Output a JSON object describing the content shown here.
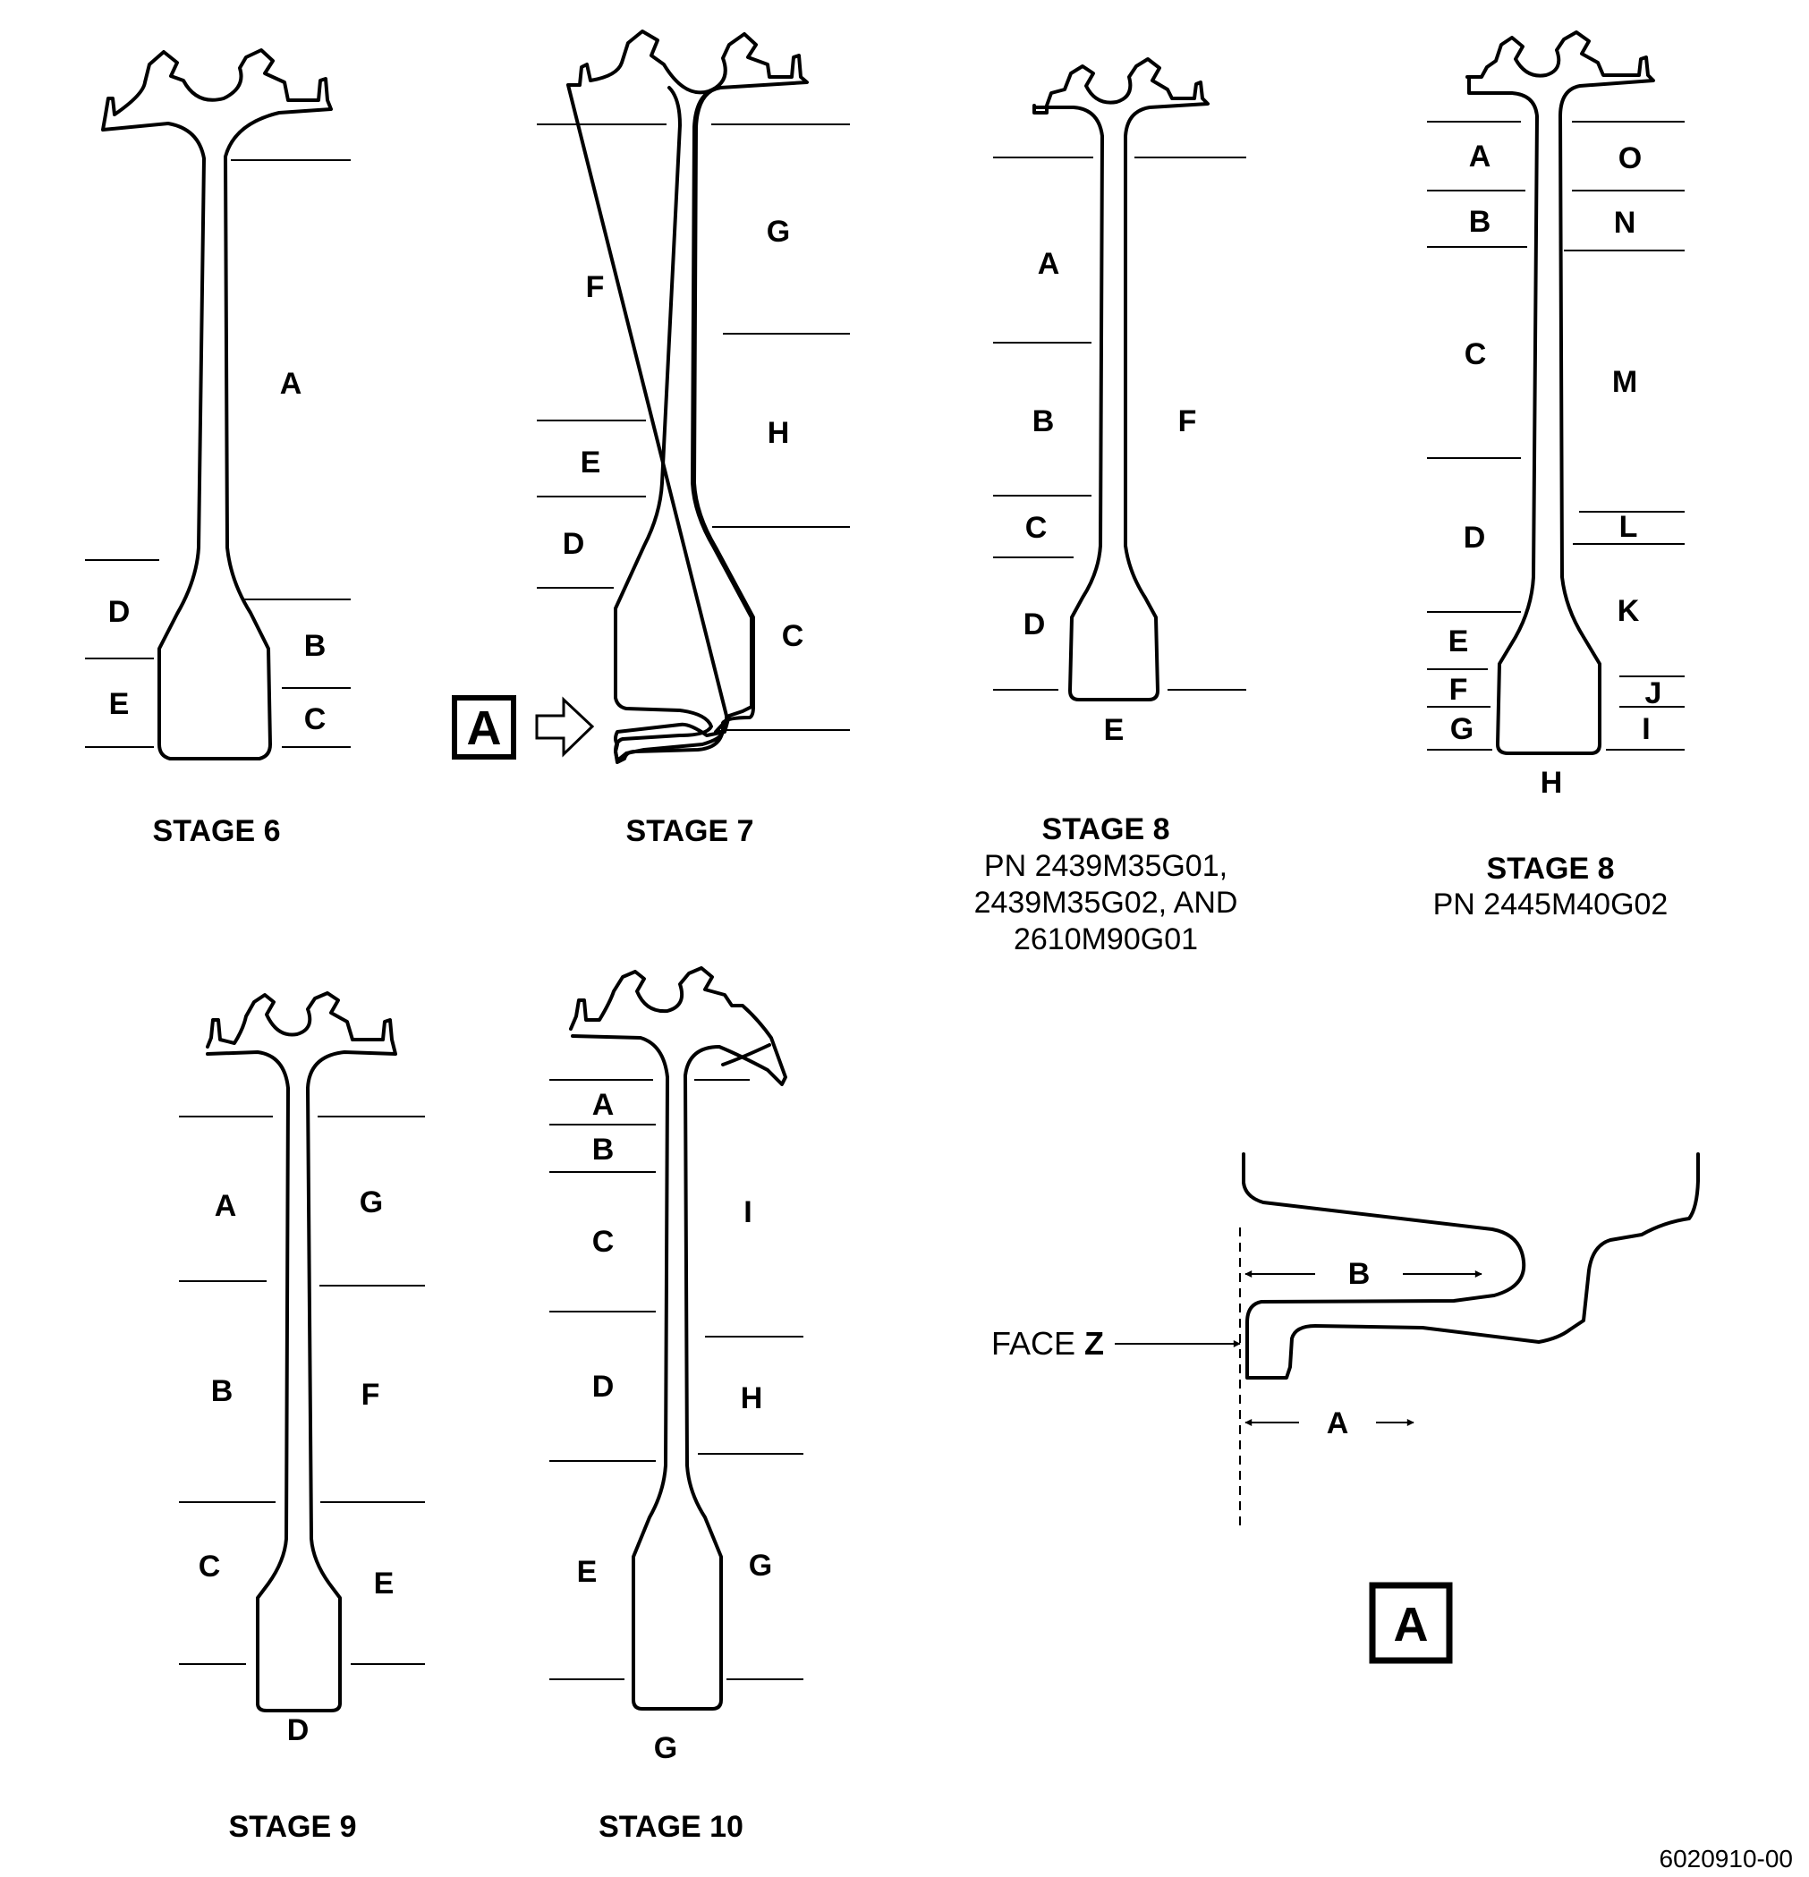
{
  "stages": [
    {
      "id": "stage6",
      "title": "STAGE 6",
      "labels": [
        "A",
        "D",
        "B",
        "E",
        "C"
      ]
    },
    {
      "id": "stage7",
      "title": "STAGE 7",
      "labels": [
        "G",
        "F",
        "H",
        "E",
        "D",
        "C"
      ],
      "detail_callout": "A"
    },
    {
      "id": "stage8a",
      "title": "STAGE 8",
      "subtitle_lines": [
        "PN 2439M35G01,",
        "2439M35G02, AND",
        "2610M90G01"
      ],
      "labels": [
        "A",
        "B",
        "F",
        "C",
        "D",
        "E"
      ]
    },
    {
      "id": "stage8b",
      "title": "STAGE 8",
      "subtitle_lines": [
        "PN 2445M40G02"
      ],
      "labels": [
        "A",
        "O",
        "B",
        "N",
        "C",
        "M",
        "D",
        "L",
        "K",
        "E",
        "F",
        "J",
        "G",
        "I",
        "H"
      ]
    },
    {
      "id": "stage9",
      "title": "STAGE 9",
      "labels": [
        "A",
        "G",
        "B",
        "F",
        "C",
        "E",
        "D"
      ]
    },
    {
      "id": "stage10",
      "title": "STAGE 10",
      "labels": [
        "A",
        "B",
        "C",
        "I",
        "D",
        "H",
        "E",
        "G",
        "G"
      ]
    }
  ],
  "detail": {
    "face_label": "FACE",
    "face_letter": "Z",
    "dim_a": "A",
    "dim_b": "B",
    "box_label": "A"
  },
  "figure_number": "6020910-00"
}
